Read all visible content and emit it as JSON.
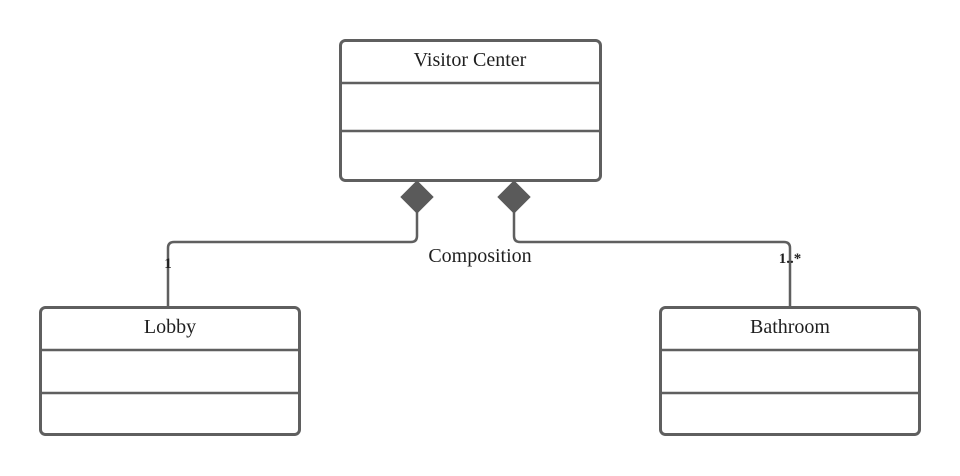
{
  "diagram": {
    "classes": {
      "visitor_center": "Visitor Center",
      "lobby": "Lobby",
      "bathroom": "Bathroom"
    },
    "relationship": {
      "label": "Composition",
      "lobby_multiplicity": "1",
      "bathroom_multiplicity": "1..*"
    },
    "colors": {
      "stroke": "#5f5f5f",
      "diamond": "#5a5a5a",
      "text": "#1f1f1f",
      "background": "#ffffff"
    }
  }
}
